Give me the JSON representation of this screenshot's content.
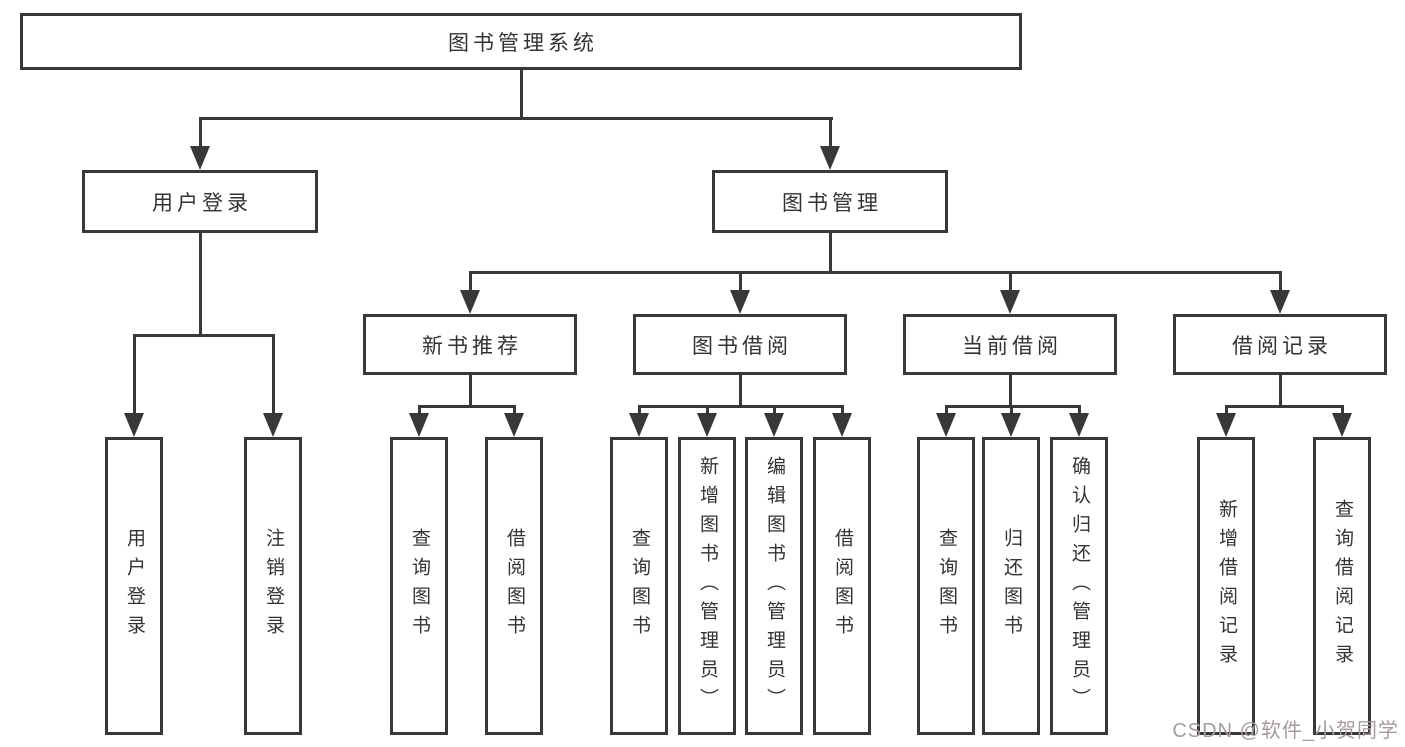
{
  "colors": {
    "line": "#383838",
    "box_border": "#383838",
    "text": "#333333",
    "background": "#ffffff",
    "watermark": "#a49c9c"
  },
  "watermark": {
    "text": "CSDN @软件_小贺同学"
  },
  "tree": {
    "label": "图书管理系统",
    "children": [
      {
        "label": "用户登录",
        "children": [
          {
            "label": "用户登录"
          },
          {
            "label": "注销登录"
          }
        ]
      },
      {
        "label": "图书管理",
        "children": [
          {
            "label": "新书推荐",
            "children": [
              {
                "label": "查询图书"
              },
              {
                "label": "借阅图书"
              }
            ]
          },
          {
            "label": "图书借阅",
            "children": [
              {
                "label": "查询图书"
              },
              {
                "label": "新增图书（管理员）"
              },
              {
                "label": "编辑图书（管理员）"
              },
              {
                "label": "借阅图书"
              }
            ]
          },
          {
            "label": "当前借阅",
            "children": [
              {
                "label": "查询图书"
              },
              {
                "label": "归还图书"
              },
              {
                "label": "确认归还（管理员）"
              }
            ]
          },
          {
            "label": "借阅记录",
            "children": [
              {
                "label": "新增借阅记录"
              },
              {
                "label": "查询借阅记录"
              }
            ]
          }
        ]
      }
    ]
  }
}
